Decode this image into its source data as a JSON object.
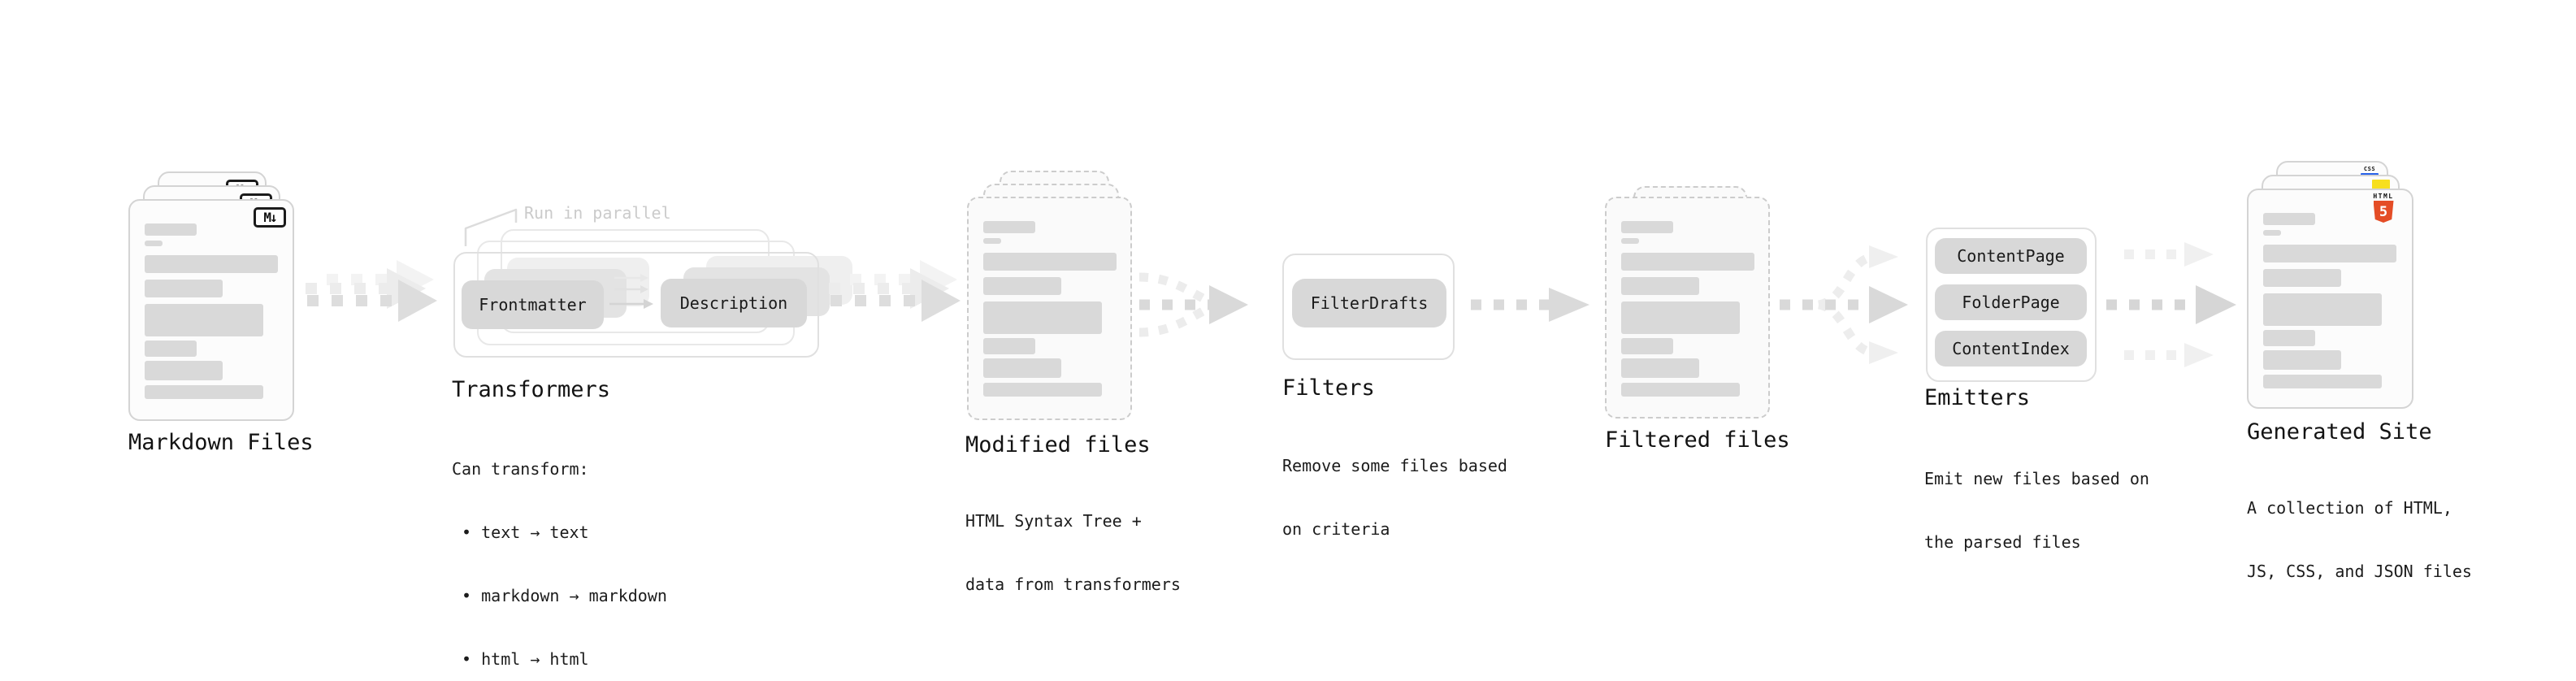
{
  "diagram": {
    "markdown": {
      "title": "Markdown Files",
      "badge": "M↓"
    },
    "transformers": {
      "title": "Transformers",
      "note": "Run in parallel",
      "steps": [
        "Frontmatter",
        "Description"
      ],
      "desc": [
        "Can transform:",
        " • text → text",
        " • markdown → markdown",
        " • html → html"
      ]
    },
    "modified": {
      "title": "Modified files",
      "desc": [
        "HTML Syntax Tree +",
        "data from transformers"
      ]
    },
    "filters": {
      "title": "Filters",
      "steps": [
        "FilterDrafts"
      ],
      "desc": [
        "Remove some files based",
        "on criteria"
      ]
    },
    "filtered": {
      "title": "Filtered files"
    },
    "emitters": {
      "title": "Emitters",
      "steps": [
        "ContentPage",
        "FolderPage",
        "ContentIndex"
      ],
      "desc": [
        "Emit new files based on",
        "the parsed files"
      ]
    },
    "generated": {
      "title": "Generated Site",
      "desc": [
        "A collection of HTML,",
        "JS, CSS, and JSON files"
      ],
      "badges": {
        "html_word": "HTML",
        "html_number": "5",
        "css_word": "CSS"
      }
    },
    "colors": {
      "skeleton_gray": "#d9d9d9",
      "arrow_gray": "#dddddd",
      "arrow_ghost": "#ececec",
      "panel_border": "#e0e0e0",
      "page_border": "#d4d4d4",
      "note_gray": "#cbcbcb",
      "html5_orange": "#e44d26",
      "js_yellow": "#f7df1e",
      "css_blue": "#2862e9"
    }
  }
}
